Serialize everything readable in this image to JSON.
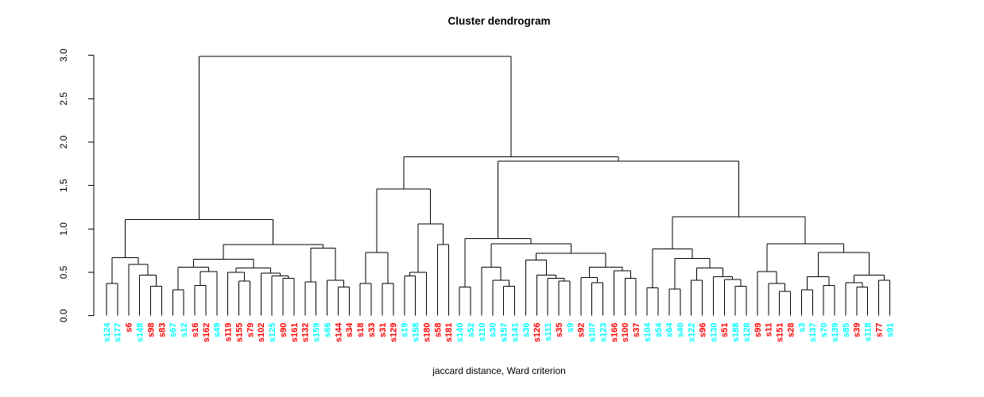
{
  "chart_data": {
    "type": "dendrogram",
    "title": "Cluster dendrogram",
    "xlabel": "jaccard distance, Ward criterion",
    "ylabel": "",
    "y_axis": {
      "ticks": [
        0,
        0.5,
        1,
        1.5,
        2,
        2.5,
        3
      ],
      "tick_labels": [
        "0.0",
        "0.5",
        "1.0",
        "1.5",
        "2.0",
        "2.5",
        "3.0"
      ],
      "range": [
        0,
        3
      ],
      "grid": false
    },
    "colors": {
      "cyan": "#00FFFF",
      "red": "#FF0000",
      "line": "#000000"
    },
    "leaves": [
      {
        "label": "s124",
        "color": "cyan"
      },
      {
        "label": "s177",
        "color": "cyan"
      },
      {
        "label": "s6",
        "color": "red"
      },
      {
        "label": "s148",
        "color": "cyan"
      },
      {
        "label": "s98",
        "color": "red"
      },
      {
        "label": "s83",
        "color": "red"
      },
      {
        "label": "s67",
        "color": "cyan"
      },
      {
        "label": "s12",
        "color": "cyan"
      },
      {
        "label": "s16",
        "color": "red"
      },
      {
        "label": "s162",
        "color": "red"
      },
      {
        "label": "s49",
        "color": "cyan"
      },
      {
        "label": "s119",
        "color": "red"
      },
      {
        "label": "s155",
        "color": "red"
      },
      {
        "label": "s79",
        "color": "red"
      },
      {
        "label": "s102",
        "color": "red"
      },
      {
        "label": "s125",
        "color": "cyan"
      },
      {
        "label": "s90",
        "color": "red"
      },
      {
        "label": "s161",
        "color": "red"
      },
      {
        "label": "s132",
        "color": "red"
      },
      {
        "label": "s159",
        "color": "cyan"
      },
      {
        "label": "s66",
        "color": "cyan"
      },
      {
        "label": "s144",
        "color": "red"
      },
      {
        "label": "s34",
        "color": "red"
      },
      {
        "label": "s18",
        "color": "red"
      },
      {
        "label": "s33",
        "color": "red"
      },
      {
        "label": "s31",
        "color": "red"
      },
      {
        "label": "s129",
        "color": "red"
      },
      {
        "label": "s19",
        "color": "cyan"
      },
      {
        "label": "s158",
        "color": "cyan"
      },
      {
        "label": "s180",
        "color": "red"
      },
      {
        "label": "s58",
        "color": "red"
      },
      {
        "label": "s181",
        "color": "red"
      },
      {
        "label": "s140",
        "color": "cyan"
      },
      {
        "label": "s52",
        "color": "cyan"
      },
      {
        "label": "s110",
        "color": "cyan"
      },
      {
        "label": "s30",
        "color": "cyan"
      },
      {
        "label": "s157",
        "color": "cyan"
      },
      {
        "label": "s141",
        "color": "cyan"
      },
      {
        "label": "s36",
        "color": "cyan"
      },
      {
        "label": "s126",
        "color": "red"
      },
      {
        "label": "s111",
        "color": "cyan"
      },
      {
        "label": "s35",
        "color": "red"
      },
      {
        "label": "s9",
        "color": "cyan"
      },
      {
        "label": "s92",
        "color": "red"
      },
      {
        "label": "s107",
        "color": "cyan"
      },
      {
        "label": "s123",
        "color": "cyan"
      },
      {
        "label": "s166",
        "color": "red"
      },
      {
        "label": "s100",
        "color": "red"
      },
      {
        "label": "s37",
        "color": "red"
      },
      {
        "label": "s104",
        "color": "cyan"
      },
      {
        "label": "s54",
        "color": "cyan"
      },
      {
        "label": "s64",
        "color": "cyan"
      },
      {
        "label": "s40",
        "color": "cyan"
      },
      {
        "label": "s122",
        "color": "cyan"
      },
      {
        "label": "s96",
        "color": "red"
      },
      {
        "label": "s130",
        "color": "cyan"
      },
      {
        "label": "s51",
        "color": "red"
      },
      {
        "label": "s188",
        "color": "cyan"
      },
      {
        "label": "s128",
        "color": "cyan"
      },
      {
        "label": "s99",
        "color": "red"
      },
      {
        "label": "s11",
        "color": "red"
      },
      {
        "label": "s151",
        "color": "red"
      },
      {
        "label": "s28",
        "color": "red"
      },
      {
        "label": "s3",
        "color": "cyan"
      },
      {
        "label": "s137",
        "color": "cyan"
      },
      {
        "label": "s70",
        "color": "cyan"
      },
      {
        "label": "s139",
        "color": "cyan"
      },
      {
        "label": "s85",
        "color": "cyan"
      },
      {
        "label": "s39",
        "color": "red"
      },
      {
        "label": "s118",
        "color": "cyan"
      },
      {
        "label": "s77",
        "color": "red"
      },
      {
        "label": "s91",
        "color": "cyan"
      }
    ],
    "merges": [
      [
        [
          [
            0,
            1,
            0.37
          ],
          [
            2,
            [
              3,
              [
                4,
                5,
                0.34
              ],
              0.47
            ],
            0.59
          ],
          0.67
        ],
        [
          [
            [
              [
                6,
                7,
                0.3
              ],
              [
                [
                  8,
                  9,
                  0.35
                ],
                10,
                0.51
              ],
              0.56
            ],
            [
              [
                11,
                [
                  12,
                  13,
                  0.4
                ],
                0.5
              ],
              [
                14,
                [
                  15,
                  [
                    16,
                    17,
                    0.43
                  ],
                  0.46
                ],
                0.49
              ],
              0.55
            ],
            0.65
          ],
          [
            [
              18,
              19,
              0.39
            ],
            [
              20,
              [
                21,
                22,
                0.33
              ],
              0.41
            ],
            0.78
          ],
          0.82
        ],
        1.11
      ],
      [
        [
          [
            [
              23,
              24,
              0.37
            ],
            [
              25,
              26,
              0.37
            ],
            0.73
          ],
          [
            [
              [
                27,
                28,
                0.46
              ],
              29,
              0.5
            ],
            [
              30,
              31,
              0.82
            ],
            1.06
          ],
          1.46
        ],
        [
          [
            [
              32,
              33,
              0.33
            ],
            [
              [
                34,
                [
                  35,
                  [
                    36,
                    37,
                    0.34
                  ],
                  0.41
                ],
                0.56
              ],
              [
                [
                  38,
                  [
                    39,
                    [
                      40,
                      [
                        41,
                        42,
                        0.4
                      ],
                      0.43
                    ],
                    0.47
                  ],
                  0.64
                ],
                [
                  [
                    43,
                    [
                      44,
                      45,
                      0.38
                    ],
                    0.44
                  ],
                  [
                    46,
                    [
                      47,
                      48,
                      0.43
                    ],
                    0.52
                  ],
                  0.56
                ],
                0.72
              ],
              0.83
            ],
            0.89
          ],
          [
            [
              [
                49,
                50,
                0.32
              ],
              [
                [
                  51,
                  52,
                  0.31
                ],
                [
                  [
                    53,
                    54,
                    0.41
                  ],
                  [
                    55,
                    [
                      56,
                      [
                        57,
                        58,
                        0.34
                      ],
                      0.42
                    ],
                    0.45
                  ],
                  0.55
                ],
                0.66
              ],
              0.77
            ],
            [
              [
                59,
                [
                  60,
                  [
                    61,
                    62,
                    0.28
                  ],
                  0.37
                ],
                0.51
              ],
              [
                [
                  [
                    63,
                    64,
                    0.3
                  ],
                  [
                    65,
                    66,
                    0.35
                  ],
                  0.45
                ],
                [
                  [
                    67,
                    [
                      68,
                      69,
                      0.33
                    ],
                    0.38
                  ],
                  [
                    70,
                    71,
                    0.41
                  ],
                  0.47
                ],
                0.73
              ],
              0.83
            ],
            1.14
          ],
          1.78
        ],
        1.83
      ],
      2.99
    ]
  }
}
